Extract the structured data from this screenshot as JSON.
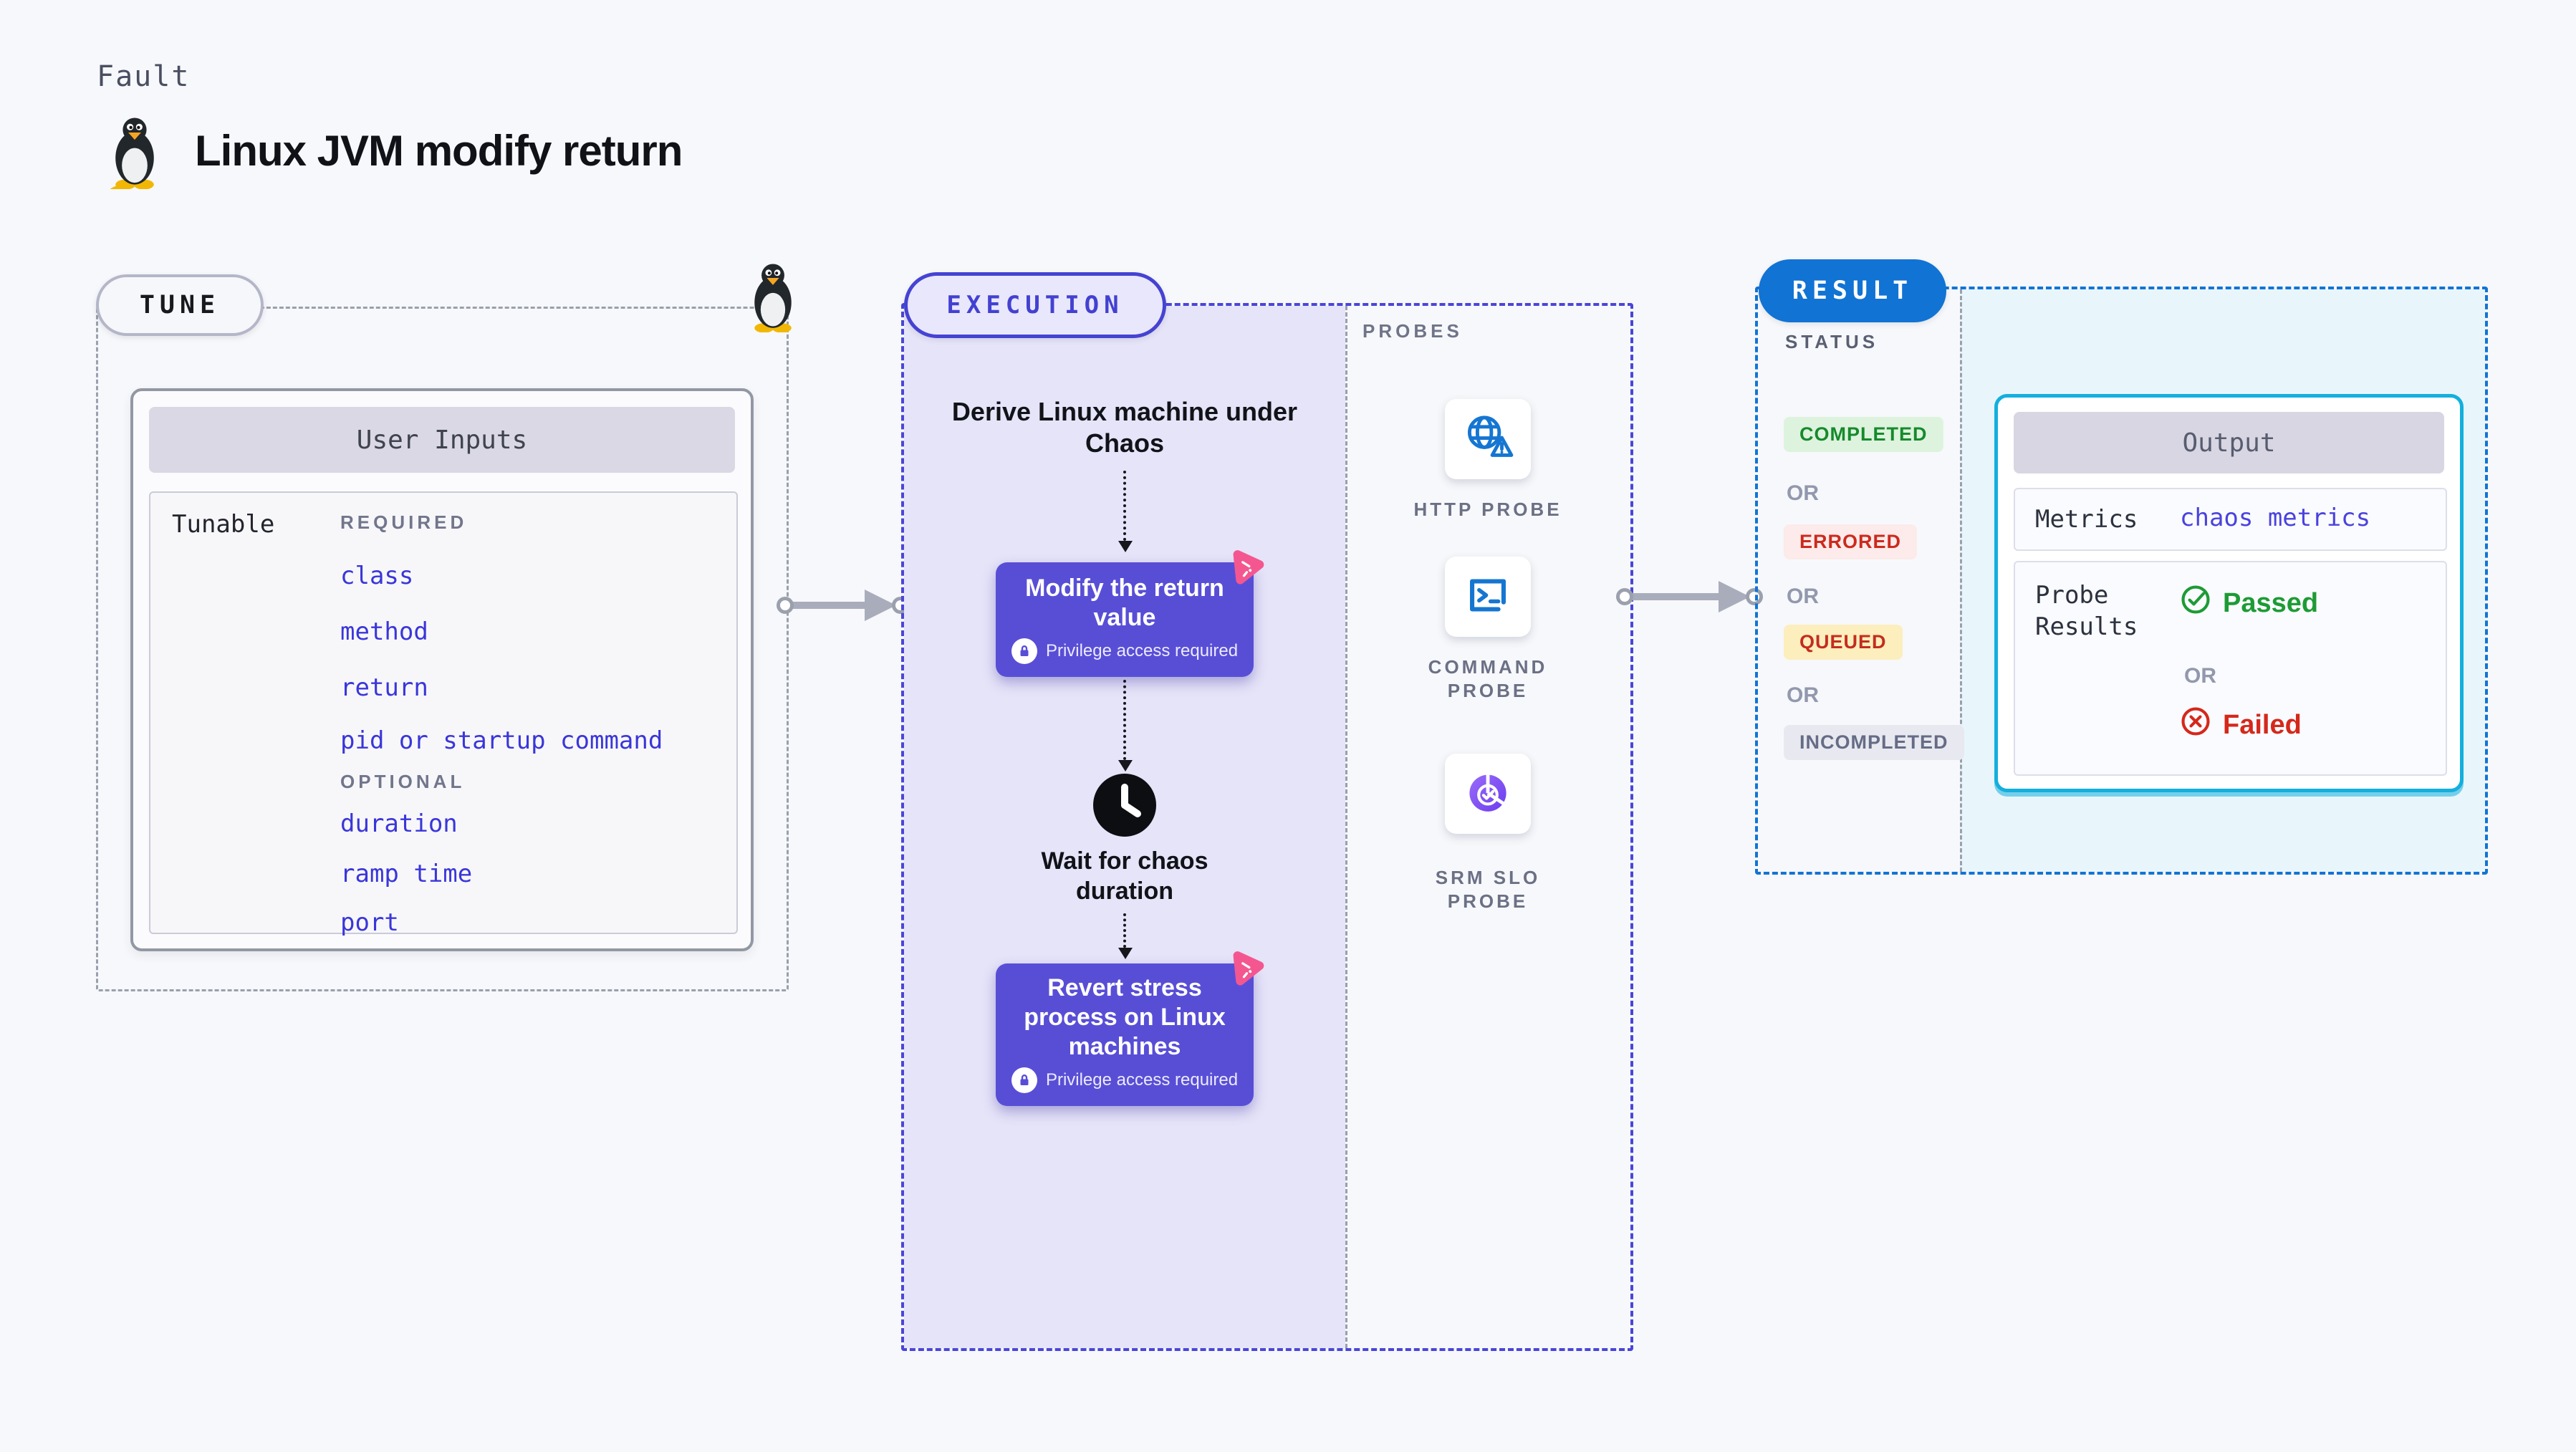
{
  "header": {
    "fault_label": "Fault",
    "title": "Linux JVM modify return",
    "icon": "tux-penguin"
  },
  "tune": {
    "badge": "TUNE",
    "card": {
      "title": "User Inputs",
      "row_label": "Tunable",
      "required_label": "REQUIRED",
      "required_items": [
        "class",
        "method",
        "return",
        "pid or startup command"
      ],
      "optional_label": "OPTIONAL",
      "optional_items": [
        "duration",
        "ramp time",
        "port"
      ]
    }
  },
  "execution": {
    "badge": "EXECUTION",
    "derive_step": "Derive Linux machine under Chaos",
    "modify_step": {
      "title": "Modify the return value",
      "note": "Privilege access required"
    },
    "wait_step": "Wait for chaos duration",
    "revert_step": {
      "title": "Revert stress process on Linux machines",
      "note": "Privilege access required"
    }
  },
  "probes": {
    "label": "PROBES",
    "items": [
      {
        "label": "HTTP PROBE",
        "icon": "globe-warning-icon"
      },
      {
        "label": "COMMAND PROBE",
        "icon": "terminal-icon"
      },
      {
        "label": "SRM SLO PROBE",
        "icon": "slo-donut-check-icon"
      }
    ]
  },
  "result": {
    "badge": "RESULT",
    "status": {
      "label": "STATUS",
      "or_label": "OR",
      "values": [
        "COMPLETED",
        "ERRORED",
        "QUEUED",
        "INCOMPLETED"
      ]
    },
    "output": {
      "title": "Output",
      "metrics_label": "Metrics",
      "metrics_value": "chaos metrics",
      "probe_results_label": "Probe Results",
      "passed_label": "Passed",
      "or_label": "OR",
      "failed_label": "Failed"
    }
  },
  "colors": {
    "accent_indigo": "#4543d2",
    "step_purple": "#584ed6",
    "panel_lavender": "#e6e4f8",
    "result_blue": "#1173d4",
    "panel_cyan": "#e8f6fc",
    "output_border_cyan": "#14afdd",
    "pink_badge": "#f4578f",
    "probe_icon_blue": "#1576d2",
    "srm_purple": "#7a52ee",
    "pass_green": "#1d9b35",
    "fail_red": "#d5281b",
    "status_green_bg": "#ddf3de",
    "status_red_bg": "#fcebea",
    "status_yellow_bg": "#fceebd",
    "status_gray_bg": "#e8e9f0"
  }
}
